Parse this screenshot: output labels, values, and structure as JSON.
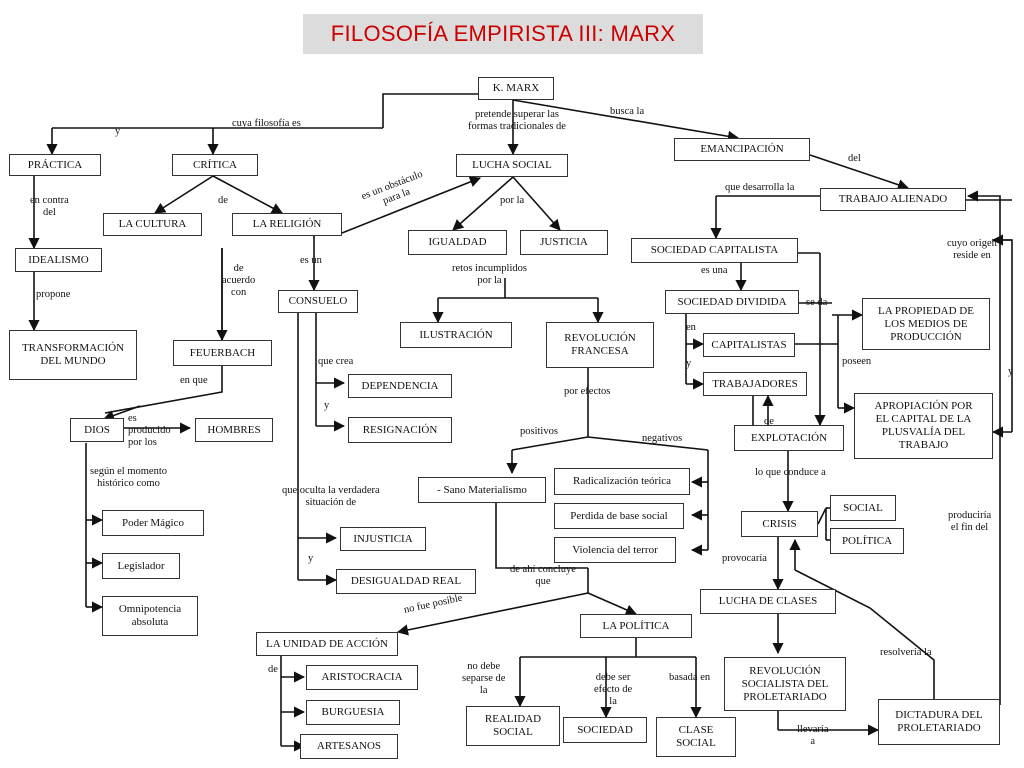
{
  "title": "FILOSOFÍA EMPIRISTA III: MARX",
  "nodes": {
    "k_marx": "K. MARX",
    "practica": "PRÁCTICA",
    "critica": "CRÍTICA",
    "lucha_social": "LUCHA SOCIAL",
    "emancipacion": "EMANCIPACIÓN",
    "la_cultura": "LA CULTURA",
    "la_religion": "LA RELIGIÓN",
    "trabajo_alienado": "TRABAJO ALIENADO",
    "idealismo": "IDEALISMO",
    "igualdad": "IGUALDAD",
    "justicia": "JUSTICIA",
    "sociedad_capitalista": "SOCIEDAD CAPITALISTA",
    "consuelo": "CONSUELO",
    "sociedad_dividida": "SOCIEDAD DIVIDIDA",
    "propiedad_medios": "LA PROPIEDAD DE\nLOS MEDIOS DE\nPRODUCCIÓN",
    "transformacion": "TRANSFORMACIÓN\nDEL MUNDO",
    "ilustracion": "ILUSTRACIÓN",
    "revolucion_francesa": "REVOLUCIÓN\nFRANCESA",
    "capitalistas": "CAPITALISTAS",
    "feuerbach": "FEUERBACH",
    "trabajadores": "TRABAJADORES",
    "dependencia": "DEPENDENCIA",
    "apropiacion": "APROPIACIÓN POR\nEL CAPITAL DE LA\nPLUSVALÍA DEL\nTRABAJO",
    "resignacion": "RESIGNACIÓN",
    "dios": "DIOS",
    "hombres": "HOMBRES",
    "explotacion": "EXPLOTACIÓN",
    "radicalizacion": "Radicalización teórica",
    "sano_materialismo": "- Sano Materialismo",
    "social": "SOCIAL",
    "perdida_base": "Perdida de base social",
    "crisis": "CRISIS",
    "poder_magico": "Poder Mágico",
    "injusticia": "INJUSTICIA",
    "politica_box": "POLÍTICA",
    "violencia_terror": "Violencia del terror",
    "legislador": "Legislador",
    "desigualdad_real": "DESIGUALDAD REAL",
    "lucha_clases": "LUCHA DE CLASES",
    "omnipotencia": "Omnipotencia\nabsoluta",
    "la_politica": "LA POLÍTICA",
    "unidad_accion": "LA UNIDAD DE ACCIÓN",
    "revolucion_socialista": "REVOLUCIÓN\nSOCIALISTA DEL\nPROLETARIADO",
    "aristocracia": "ARISTOCRACIA",
    "dictadura": "DICTADURA DEL\nPROLETARIADO",
    "burguesia": "BURGUESIA",
    "realidad_social": "REALIDAD\nSOCIAL",
    "sociedad": "SOCIEDAD",
    "clase_social": "CLASE\nSOCIAL",
    "artesanos": "ARTESANOS"
  },
  "labels": {
    "y_left": "y",
    "cuya_filosofia_es": "cuya filosofía es",
    "pretende_superar": "pretende superar las\nformas tradicionales de",
    "busca_la": "busca la",
    "del": "del",
    "que_desarrolla_la": "que desarrolla la",
    "en_contra_del": "en contra\ndel",
    "de_critica": "de",
    "obstaculo": "es un obstáculo\npara la",
    "por_la_1": "por la",
    "cuyo_origen": "cuyo origen\nreside en",
    "de_acuerdo_con": "de\nacuerdo\ncon",
    "es_un": "es un",
    "retos_incumplidos": "retos incumplidos\npor la",
    "es_una": "es una",
    "propone": "propone",
    "se_da": "se da",
    "en": "en",
    "que_crea": "que crea",
    "y_cap": "y",
    "poseen": "poseen",
    "y_right": "y",
    "en_que": "en que",
    "y_dep": "y",
    "por_efectos": "por efectos",
    "de_expl": "de",
    "es_producido": "es\nproducido\npor los",
    "positivos": "positivos",
    "negativos": "negativos",
    "segun_momento": "según el momento\nhistórico como",
    "lo_que_conduce": "lo que conduce a",
    "que_oculta": "que oculta la verdadera\nsituación de",
    "produciria": "produciría\nel fin del",
    "y_inj": "y",
    "provocaria": "provocaría",
    "de_ahi_concluye": "de ahí concluye\nque",
    "no_fue_posible": "no fue posible",
    "resolveria_la": "resolvería la",
    "de_unidad": "de",
    "no_debe_separarse": "no debe\nseparse de\nla",
    "debe_ser_efecto": "debe ser\nefecto de\nla",
    "basada_en": "basada en",
    "llevaria_a": "llevaría\na"
  }
}
